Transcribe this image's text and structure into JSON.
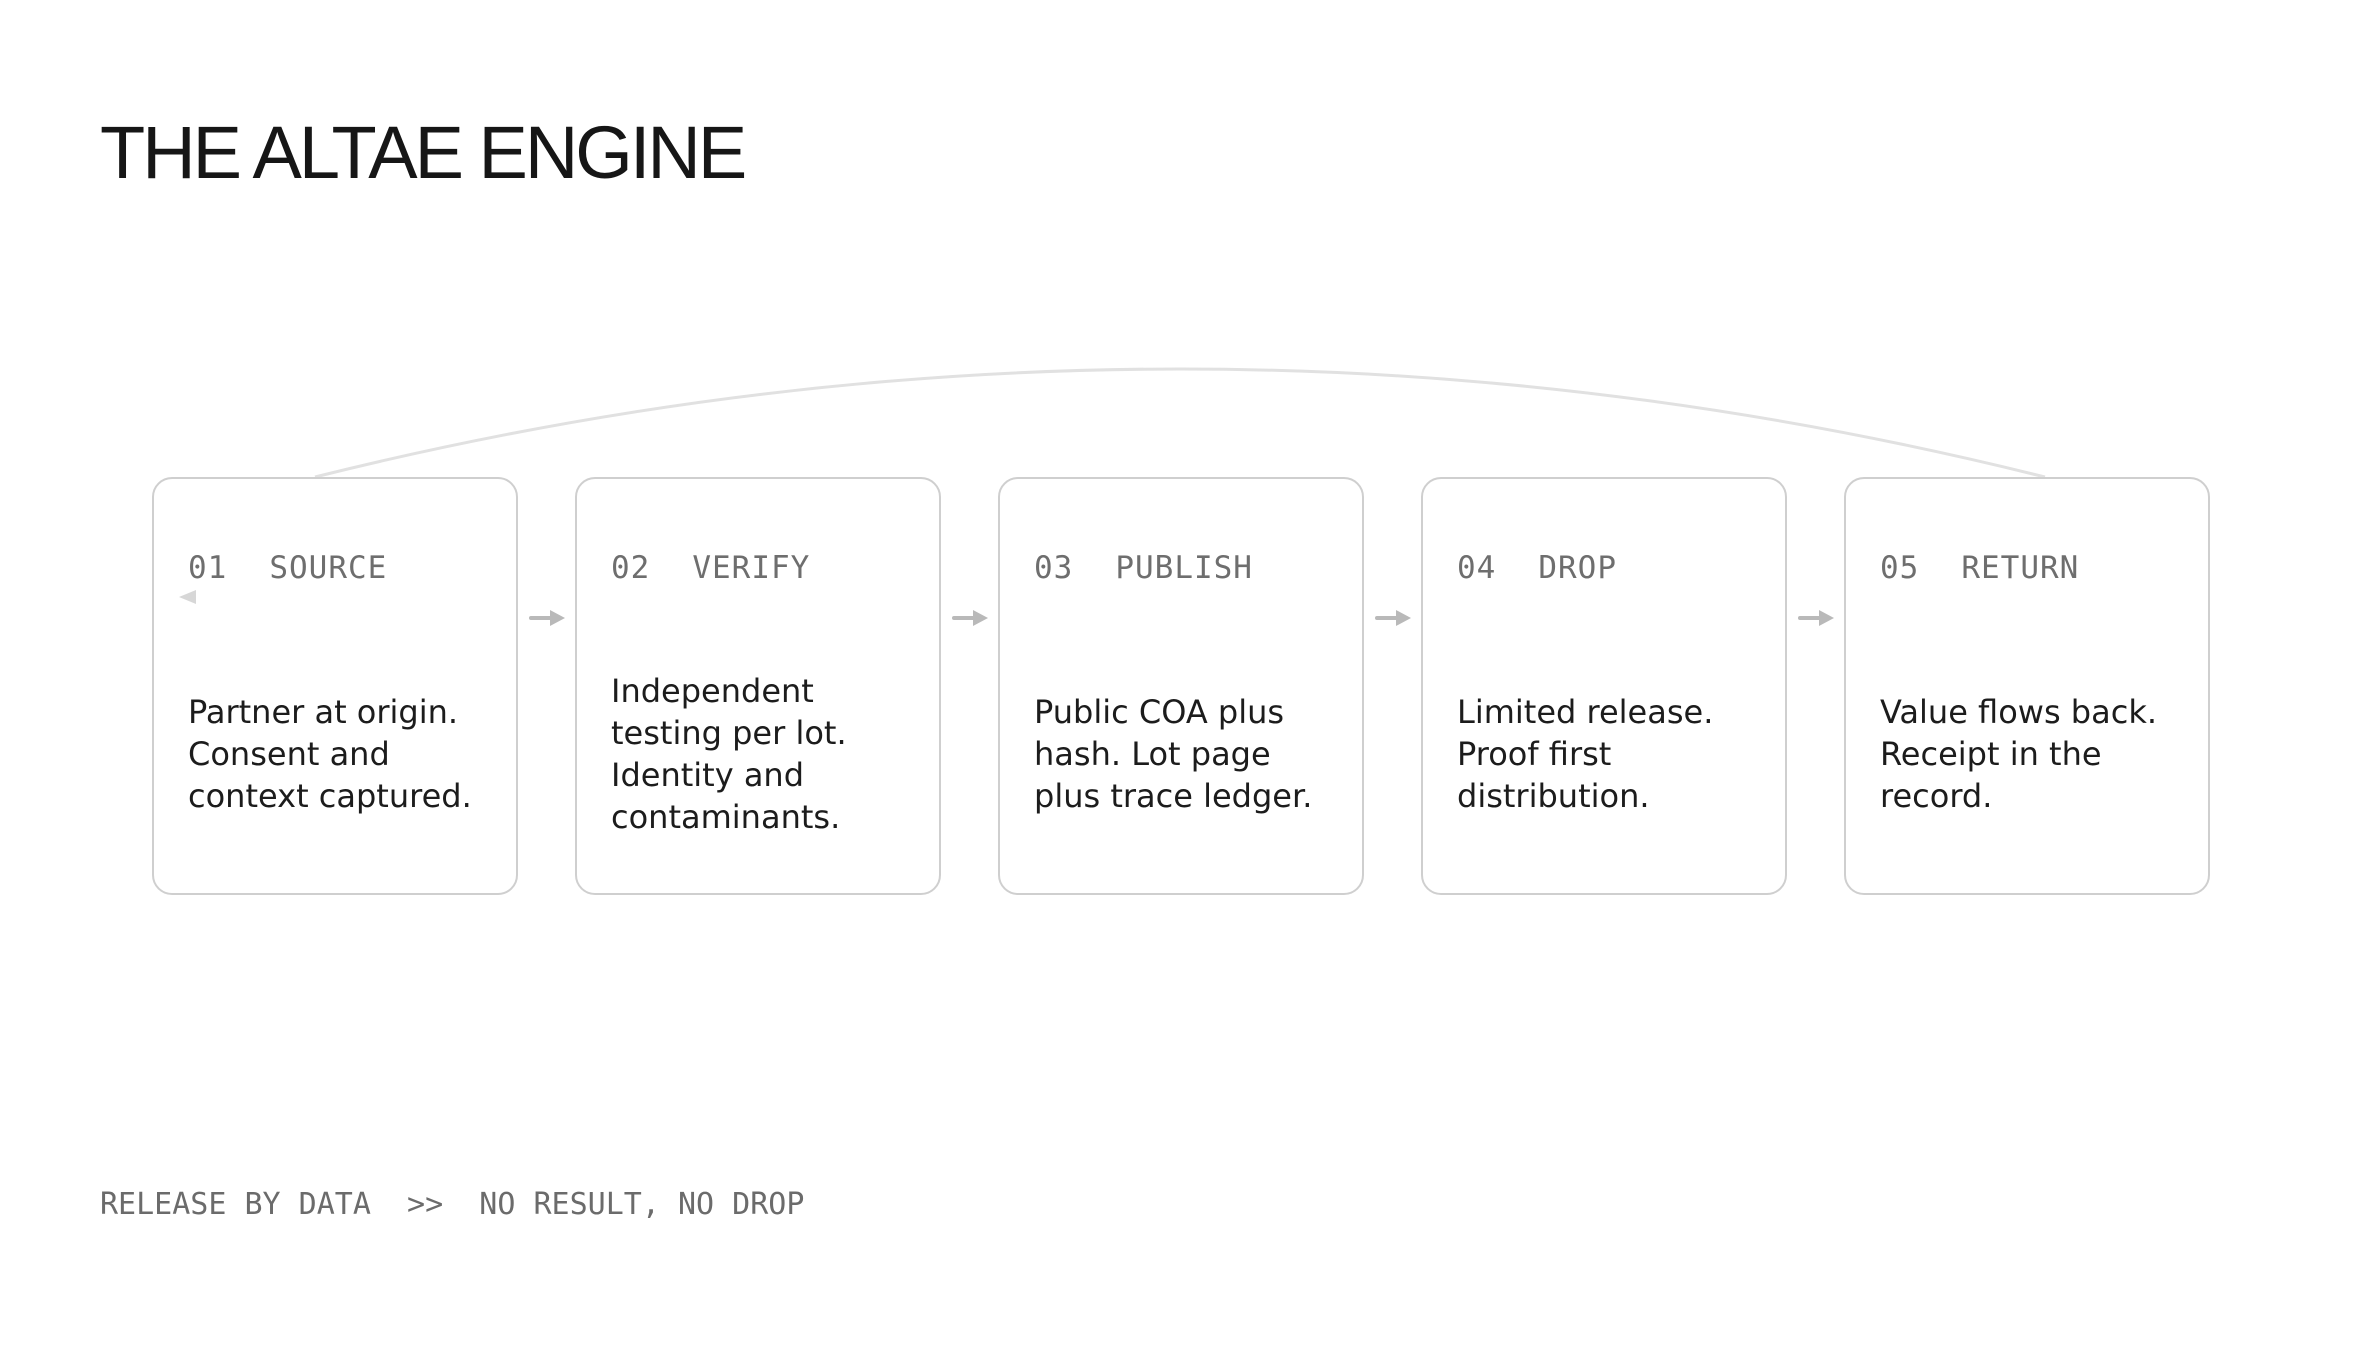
{
  "title": "THE ALTAE ENGINE",
  "steps": [
    {
      "num": "01",
      "label": "SOURCE",
      "body_lines": [
        "Partner at origin.",
        "Consent and",
        "context captured."
      ]
    },
    {
      "num": "02",
      "label": "VERIFY",
      "body_lines": [
        "Independent",
        "testing per lot.",
        "Identity and",
        "contaminants."
      ]
    },
    {
      "num": "03",
      "label": "PUBLISH",
      "body_lines": [
        "Public COA plus",
        "hash. Lot page",
        "plus trace ledger."
      ]
    },
    {
      "num": "04",
      "label": "DROP",
      "body_lines": [
        "Limited release.",
        "Proof first",
        "distribution."
      ]
    },
    {
      "num": "05",
      "label": "RETURN",
      "body_lines": [
        "Value flows back.",
        "Receipt in the",
        "record."
      ]
    }
  ],
  "footer": "RELEASE BY DATA  >>  NO RESULT, NO DROP",
  "icons": {
    "arrow_right": "right-pointing flow arrow between step cards",
    "return_arc": "curved connector line from step 05 back over the top to step 01",
    "return_arrowhead": "left-pointing triangle inside step 01"
  },
  "colors": {
    "background": "#ffffff",
    "title_text": "#161616",
    "card_border": "#cfcfcf",
    "step_header_text": "#6e6e6e",
    "body_text": "#1c1c1c",
    "arrow": "#b9b9b9",
    "return_arc": "#e1e1e1",
    "return_arrowhead": "#d7d7d7",
    "footer_text": "#6b6b6b"
  }
}
